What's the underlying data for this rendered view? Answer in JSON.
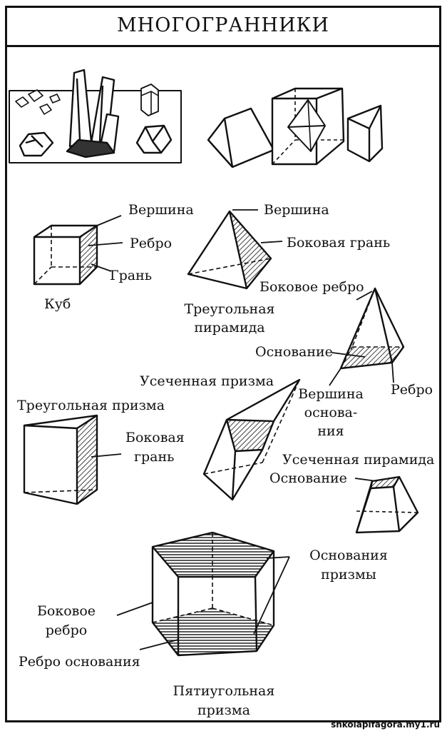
{
  "title": "МНОГОГРАННИКИ",
  "cube": {
    "name": "Куб",
    "vertex": "Вершина",
    "edge": "Ребро",
    "face": "Грань"
  },
  "tri_pyramid": {
    "vertex": "Вершина",
    "lateral_face": "Боковая грань",
    "name_line1": "Треугольная",
    "name_line2": "пирамида"
  },
  "quad_pyramid": {
    "lateral_edge": "Боковое ребро",
    "base": "Основание",
    "base_vertex_line1": "Вершина",
    "base_vertex_line2": "основа-",
    "base_vertex_line3": "ния",
    "edge": "Ребро"
  },
  "truncated_prism": {
    "name": "Усеченная призма"
  },
  "tri_prism": {
    "name": "Треугольная призма",
    "lateral_face_line1": "Боковая",
    "lateral_face_line2": "грань"
  },
  "truncated_pyramid": {
    "name": "Усеченная пирамида",
    "base": "Основание"
  },
  "pent_prism": {
    "bases_line1": "Основания",
    "bases_line2": "призмы",
    "lateral_edge_line1": "Боковое",
    "lateral_edge_line2": "ребро",
    "base_edge": "Ребро основания",
    "name_line1": "Пятиугольная",
    "name_line2": "призма"
  },
  "watermark": "shkolapifagora.my1.ru"
}
